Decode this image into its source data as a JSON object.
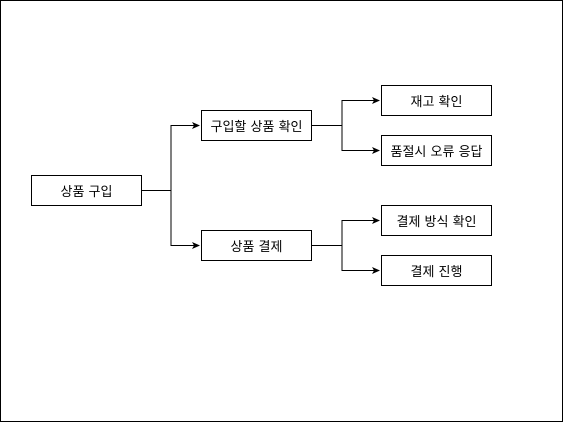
{
  "diagram": {
    "root": {
      "label": "상품 구입"
    },
    "branches": [
      {
        "label": "구입할 상품 확인",
        "children": [
          {
            "label": "재고 확인"
          },
          {
            "label": "품절시 오류 응답"
          }
        ]
      },
      {
        "label": "상품 결제",
        "children": [
          {
            "label": "결제 방식 확인"
          },
          {
            "label": "결제 진행"
          }
        ]
      }
    ]
  },
  "colors": {
    "stroke": "#000000",
    "fill": "#ffffff",
    "background": "#ffffff"
  }
}
